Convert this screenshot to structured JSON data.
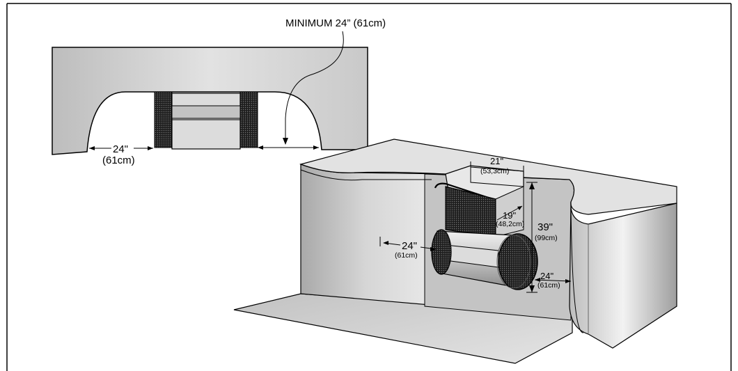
{
  "labels": {
    "minimum_clearance": "MINIMUM 24” (61cm)",
    "top_left_width_in": "24\"",
    "top_left_width_cm": "(61cm)",
    "top_width_in": "21\"",
    "top_width_cm": "(53,3cm)",
    "depth_in": "19\"",
    "depth_cm": "(48,2cm)",
    "height_in": "39\"",
    "height_cm": "(99cm)",
    "left_clear_in": "24\"",
    "left_clear_cm": "(61cm)",
    "right_clear_in": "24\"",
    "right_clear_cm": "(61cm)"
  },
  "colors": {
    "wall_light": "#d9d9d9",
    "wall_mid": "#b8b8b8",
    "wall_dark": "#8c8c8c",
    "mesh": "#1a1a1a",
    "frame": "#000000"
  }
}
